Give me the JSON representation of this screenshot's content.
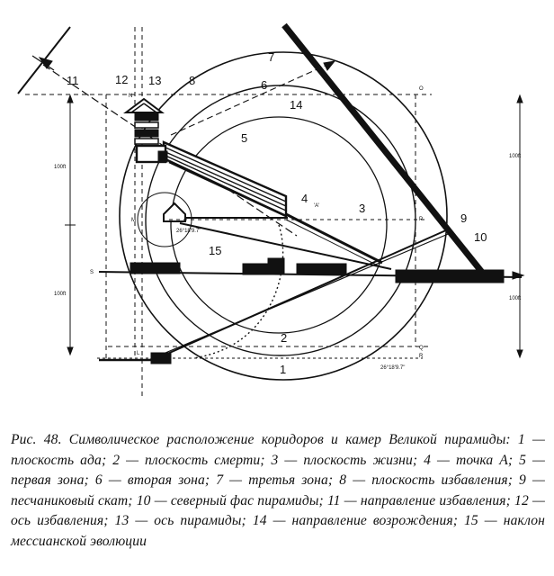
{
  "figure": {
    "labels": {
      "n1": "1",
      "n2": "2",
      "n3": "3",
      "n4": "4",
      "n5": "5",
      "n6": "6",
      "n7": "7",
      "n8": "8",
      "n9": "9",
      "n10": "10",
      "n11": "11",
      "n12": "12",
      "n13": "13",
      "n14": "14",
      "n15": "15",
      "point_a": "'A'",
      "left_dim_upper": "100ft",
      "left_dim_lower": "100ft",
      "right_dim_upper": "100ft",
      "right_dim_lower": "100ft",
      "angle_upper": "26°18'9.7\"",
      "angle_lower": "26°18'9.7\"",
      "marker_s": "S",
      "marker_m": "M",
      "marker_n": "N",
      "marker_l": "L",
      "marker_o": "O",
      "marker_q": "Q",
      "marker_r": "R",
      "marker_p": "P"
    }
  },
  "caption": {
    "text": "Рис. 48. Символическое расположение коридоров и камер Великой пирамиды: 1 — плоскость ада; 2 — плоскость смерти; 3 — плоскость жизни; 4 — точка А; 5 — первая зона; 6 — вторая зона; 7 — третья зона; 8 — плоскость избавления; 9 — песчаниковый скат; 10 — северный фас пирамиды; 11 — направление избавления; 12 — ось избавления; 13 — ось пирамиды; 14 — направление возрождения; 15 — наклон мессианской эволюции"
  }
}
